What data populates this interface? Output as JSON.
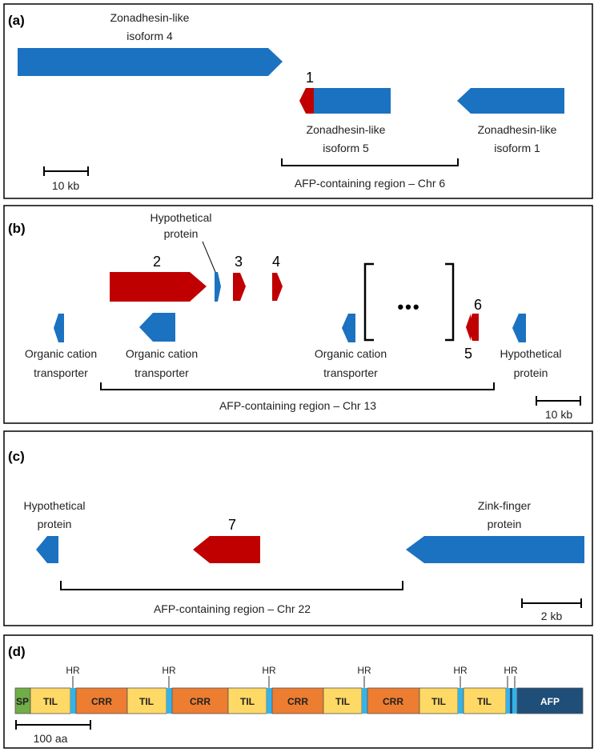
{
  "colors": {
    "blue_gene": "#1b72c0",
    "red_gene": "#c00000",
    "sp": "#70ad47",
    "til": "#ffd966",
    "crr": "#ed7d31",
    "hr": "#35b3e8",
    "afp": "#1f4e79"
  },
  "panel_a": {
    "tag": "(a)",
    "gene_top_line1": "Zonadhesin-like",
    "gene_top_line2": "isoform 4",
    "afp_number": "1",
    "gene_mid_line1": "Zonadhesin-like",
    "gene_mid_line2": "isoform 5",
    "gene_right_line1": "Zonadhesin-like",
    "gene_right_line2": "isoform 1",
    "scale": "10 kb",
    "region": "AFP-containing region – Chr 6"
  },
  "panel_b": {
    "tag": "(b)",
    "hypo_top_line1": "Hypothetical",
    "hypo_top_line2": "protein",
    "num2": "2",
    "num3": "3",
    "num4": "4",
    "num5": "5",
    "num6": "6",
    "ellipsis": "•••",
    "oct1_line1": "Organic cation",
    "oct1_line2": "transporter",
    "oct2_line1": "Organic cation",
    "oct2_line2": "transporter",
    "oct3_line1": "Organic cation",
    "oct3_line2": "transporter",
    "hypo_right_line1": "Hypothetical",
    "hypo_right_line2": "protein",
    "region": "AFP-containing region – Chr 13",
    "scale": "10 kb"
  },
  "panel_c": {
    "tag": "(c)",
    "hypo_line1": "Hypothetical",
    "hypo_line2": "protein",
    "num7": "7",
    "zink_line1": "Zink-finger",
    "zink_line2": "protein",
    "region": "AFP-containing region – Chr 22",
    "scale": "2 kb"
  },
  "panel_d": {
    "tag": "(d)",
    "hr_label": "HR",
    "domains": [
      "SP",
      "TIL",
      "CRR",
      "TIL",
      "CRR",
      "TIL",
      "CRR",
      "TIL",
      "CRR",
      "TIL",
      "TIL",
      "AFP"
    ],
    "scale": "100 aa"
  }
}
